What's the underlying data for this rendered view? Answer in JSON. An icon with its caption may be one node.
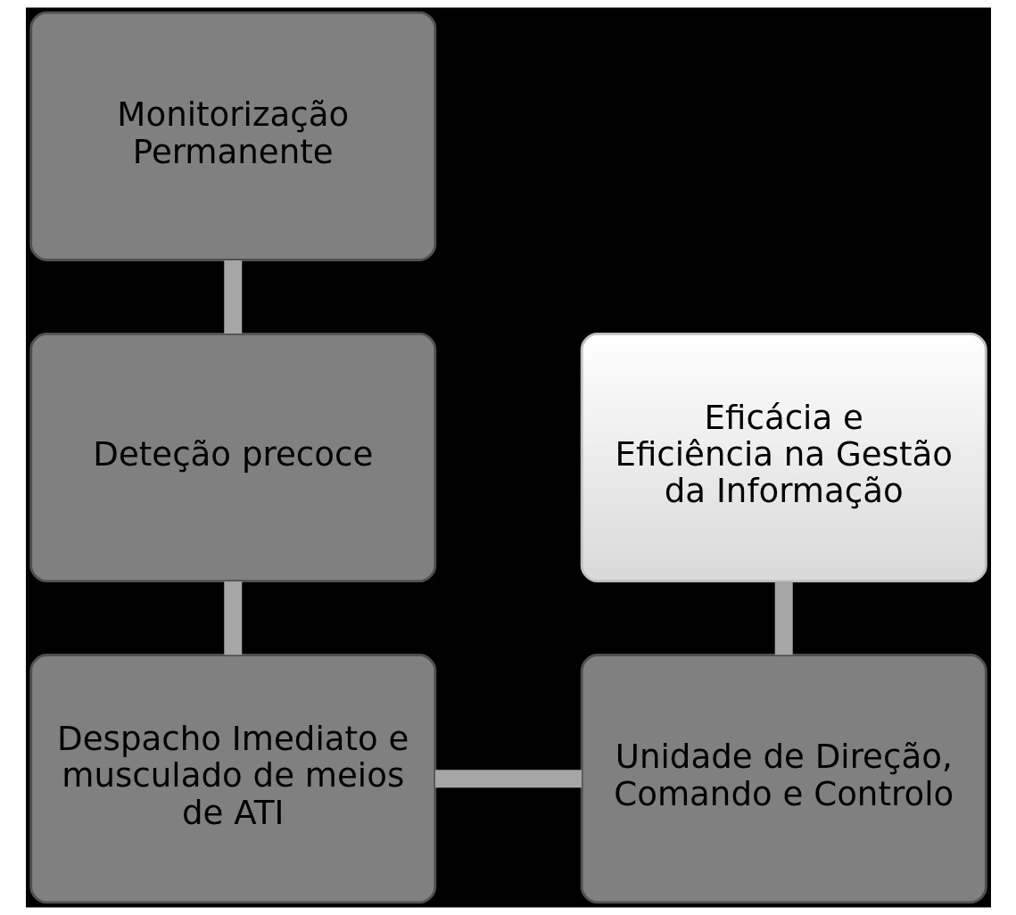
{
  "diagram": {
    "nodes": [
      {
        "text": [
          "Monitorização Permanente"
        ]
      },
      {
        "text": [
          "Deteção precoce"
        ]
      },
      {
        "text": [
          "Eficácia e Eficiência na Gestão da Informação"
        ]
      },
      {
        "text": [
          "Despacho Imediato e musculado de meios de ATI"
        ]
      },
      {
        "text": [
          "Unidade de Direção, Comando e Controlo"
        ]
      }
    ],
    "edges": [
      {
        "from": 0,
        "to": 1,
        "arrow": "none"
      },
      {
        "from": 1,
        "to": 3,
        "arrow": "none"
      },
      {
        "from": 3,
        "to": 4,
        "arrow": "none"
      },
      {
        "from": 4,
        "to": 2,
        "arrow": "none"
      }
    ]
  }
}
